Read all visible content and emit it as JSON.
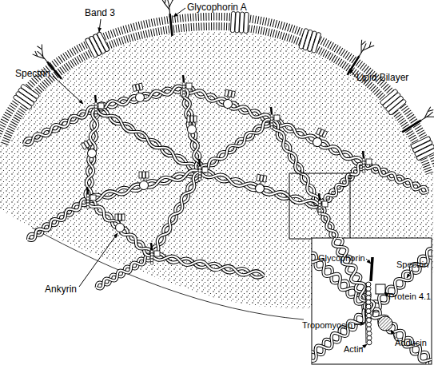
{
  "diagram": {
    "labels": [
      "Glycophorin A",
      "Band 3",
      "Spectrin",
      "Lipid Bilayer",
      "Ankyrin",
      "Glycophorin",
      "Spectrin",
      "Protein 4.1",
      "Tropomyosin",
      "Actin",
      "Adducin"
    ]
  }
}
